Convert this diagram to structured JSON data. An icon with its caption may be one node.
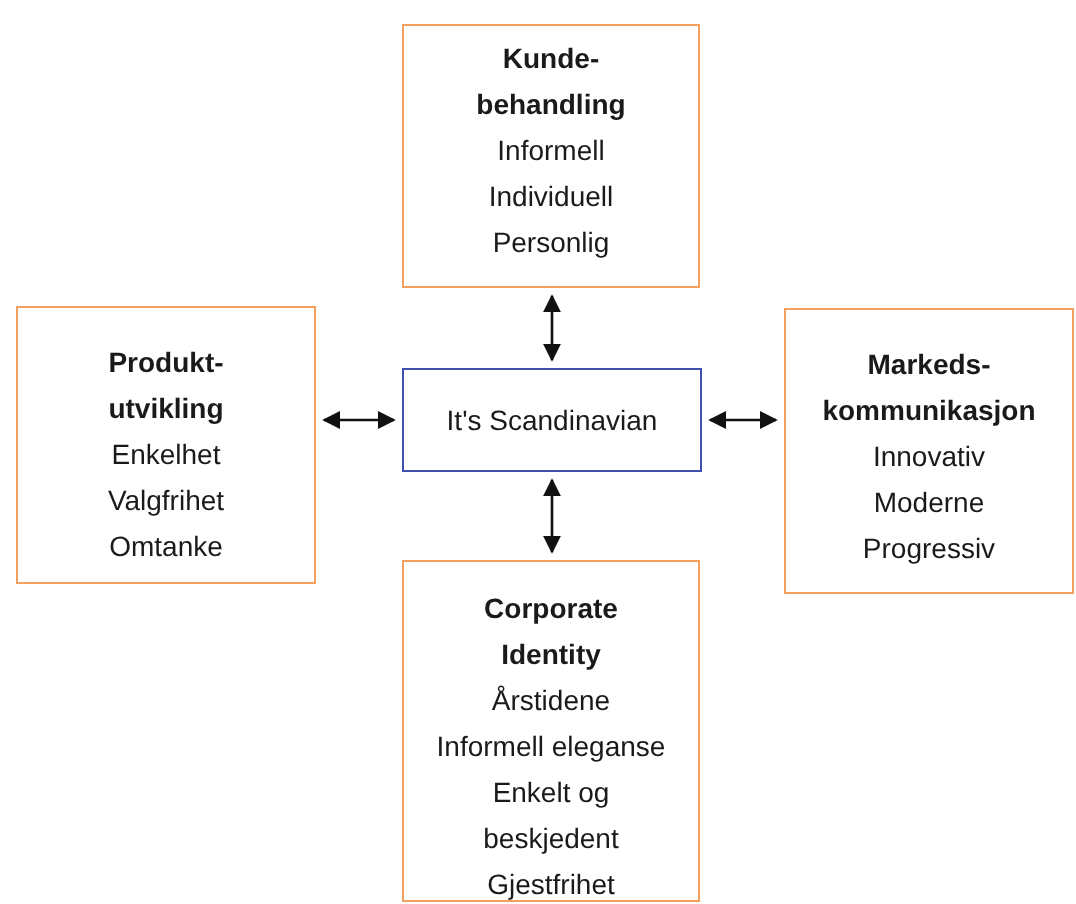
{
  "diagram": {
    "nodes": [
      {
        "text": [
          "Kunde- behandling",
          "Informell",
          "Individuell",
          "Personlig"
        ]
      },
      {
        "text": [
          "Produkt- utvikling",
          "Enkelhet",
          "Valgfrihet",
          "Omtanke"
        ]
      },
      {
        "text": [
          "It's Scandinavian"
        ]
      },
      {
        "text": [
          "Markeds- kommunikasjon",
          "Innovativ",
          "Moderne",
          "Progressiv"
        ]
      },
      {
        "text": [
          "Corporate Identity",
          "Årstidene",
          "Informell eleganse",
          "Enkelt og beskjedent",
          "Gjestfrihet"
        ]
      }
    ],
    "edges": [
      {
        "from": 2,
        "to": 0,
        "arrow": "both"
      },
      {
        "from": 2,
        "to": 1,
        "arrow": "both"
      },
      {
        "from": 2,
        "to": 3,
        "arrow": "both"
      },
      {
        "from": 2,
        "to": 4,
        "arrow": "both"
      }
    ]
  }
}
